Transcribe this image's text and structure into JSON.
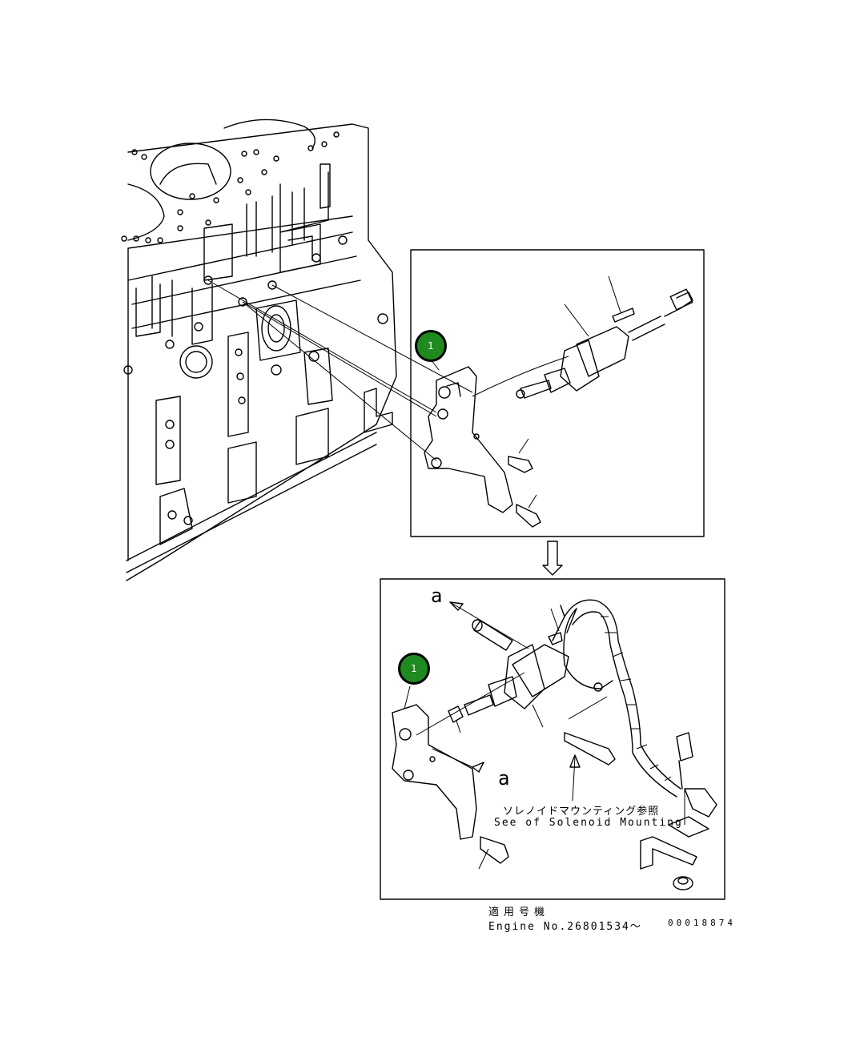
{
  "callouts": {
    "top_part": "1",
    "bottom_part": "1"
  },
  "labels": {
    "a_top": "a",
    "a_bottom": "a",
    "solenoid_jp": "ソレノイドマウンティング参照",
    "solenoid_en": "See of Solenoid Mounting"
  },
  "footer": {
    "applicable_jp": "適用号機",
    "engine_no": "Engine No.26801534～",
    "drawing_code": "00018874"
  },
  "colors": {
    "callout_fill": "#1f8a1f",
    "line": "#000000"
  }
}
